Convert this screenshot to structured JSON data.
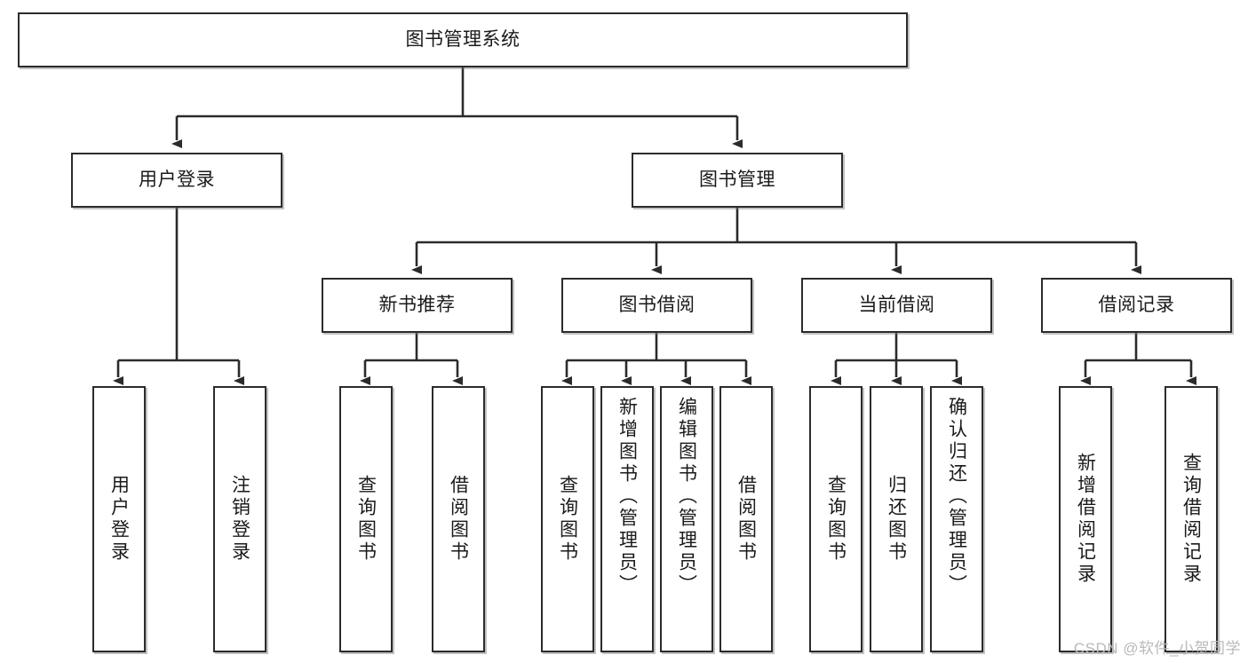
{
  "diagram": {
    "title": "图书管理系统",
    "type": "hierarchy-tree",
    "watermark": "CSDN @软件_小贺同学",
    "colors": {
      "box_border": "#2b2b2b",
      "box_fill": "#ffffff",
      "connector": "#2b2b2b",
      "text": "#1a1a1a",
      "watermark": "#b9b9b9"
    },
    "nodes": {
      "root": {
        "label": "图书管理系统"
      },
      "level2": [
        {
          "id": "user-login",
          "label": "用户登录"
        },
        {
          "id": "book-manage",
          "label": "图书管理"
        }
      ],
      "level3": [
        {
          "id": "new-book-recommend",
          "label": "新书推荐"
        },
        {
          "id": "book-borrow",
          "label": "图书借阅"
        },
        {
          "id": "current-borrow",
          "label": "当前借阅"
        },
        {
          "id": "borrow-record",
          "label": "借阅记录"
        }
      ],
      "leaves": {
        "user-login": [
          {
            "id": "leaf-user-login",
            "label": "用户登录"
          },
          {
            "id": "leaf-user-logout",
            "label": "注销登录"
          }
        ],
        "new-book-recommend": [
          {
            "id": "leaf-query-book-1",
            "label": "查询图书"
          },
          {
            "id": "leaf-borrow-book-1",
            "label": "借阅图书"
          }
        ],
        "book-borrow": [
          {
            "id": "leaf-query-book-2",
            "label": "查询图书"
          },
          {
            "id": "leaf-add-book",
            "label": "新增图书（管理员）"
          },
          {
            "id": "leaf-edit-book",
            "label": "编辑图书（管理员）"
          },
          {
            "id": "leaf-borrow-book-2",
            "label": "借阅图书"
          }
        ],
        "current-borrow": [
          {
            "id": "leaf-query-book-3",
            "label": "查询图书"
          },
          {
            "id": "leaf-return-book",
            "label": "归还图书"
          },
          {
            "id": "leaf-confirm-return",
            "label": "确认归还（管理员）"
          }
        ],
        "borrow-record": [
          {
            "id": "leaf-add-record",
            "label": "新增借阅记录"
          },
          {
            "id": "leaf-query-record",
            "label": "查询借阅记录"
          }
        ]
      }
    }
  }
}
